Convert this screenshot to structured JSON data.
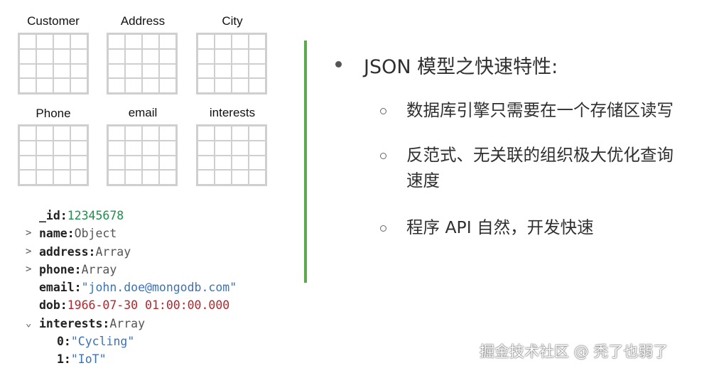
{
  "tables": {
    "row1": [
      "Customer",
      "Address",
      "City"
    ],
    "row2": [
      "Phone",
      "email",
      "interests"
    ]
  },
  "document": {
    "id_key": "_id:",
    "id_value": "12345678",
    "name_key": "name:",
    "name_value": "Object",
    "address_key": "address:",
    "address_value": "Array",
    "phone_key": "phone:",
    "phone_value": "Array",
    "email_key": "email:",
    "email_value": "\"john.doe@mongodb.com\"",
    "dob_key": "dob:",
    "dob_value": "1966-07-30 01:00:00.000",
    "interests_key": "interests:",
    "interests_value": "Array",
    "item0_key": "0:",
    "item0_value": "\"Cycling\"",
    "item1_key": "1:",
    "item1_value": "\"IoT\""
  },
  "slide": {
    "heading": "JSON 模型之快速特性:",
    "points": [
      "数据库引擎只需要在一个存储区读写",
      "反范式、无关联的组织极大优化查询",
      "速度",
      "程序 API 自然，开发快速"
    ]
  },
  "watermark": "掘金技术社区 @ 秃了也弱了",
  "colors": {
    "divider": "#5cab4a",
    "number": "#1d8f4a",
    "string": "#3a72b8",
    "date": "#b3262c",
    "grid": "#cfcfcf"
  }
}
